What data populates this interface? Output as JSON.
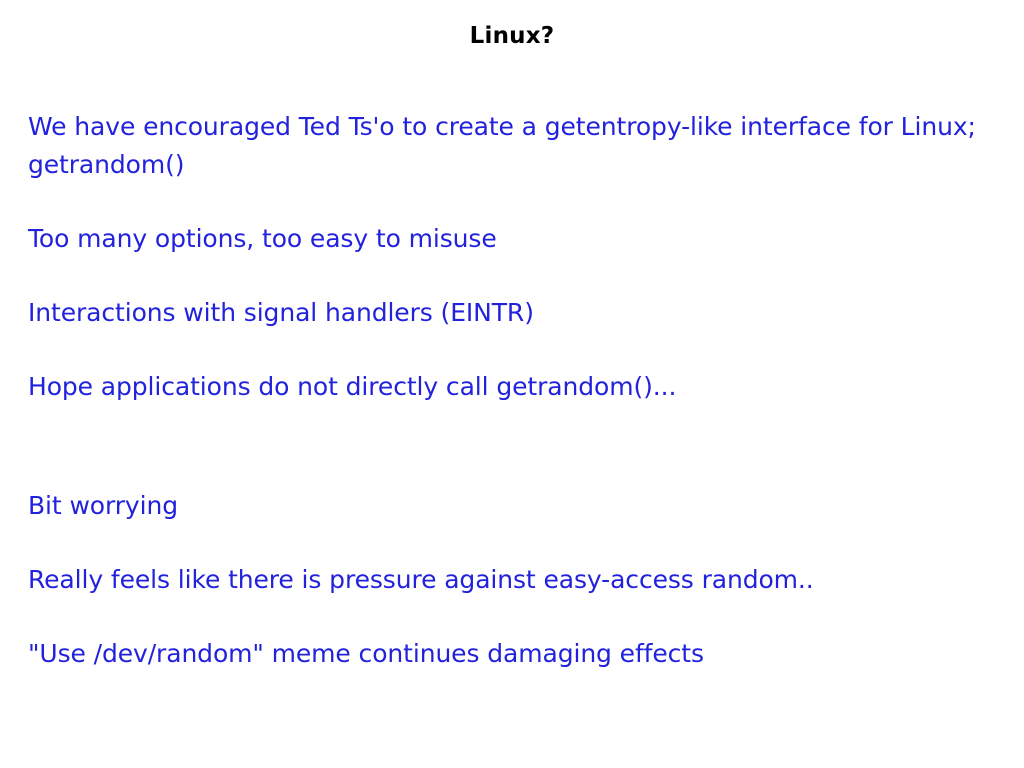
{
  "slide": {
    "title": "Linux?",
    "title_color": "#000000",
    "body_color": "#2222DD",
    "background_color": "#FFFFFF",
    "paragraphs": [
      {
        "id": "getrandom-intro",
        "text": "We have encouraged Ted Ts'o to create a getentropy-like interface for Linux; getrandom()",
        "spacing": "none"
      },
      {
        "id": "too-many-options",
        "text": "Too many options, too easy to misuse",
        "spacing": "para"
      },
      {
        "id": "signal-handlers",
        "text": "Interactions with signal handlers (EINTR)",
        "spacing": "para"
      },
      {
        "id": "hope-applications",
        "text": "Hope applications do not directly call getrandom()...",
        "spacing": "para"
      },
      {
        "id": "bit-worrying",
        "text": "Bit worrying",
        "spacing": "section"
      },
      {
        "id": "pressure-against",
        "text": "Really feels like there is pressure against easy-access random..",
        "spacing": "para"
      },
      {
        "id": "dev-random-meme",
        "text": "\"Use /dev/random\" meme continues damaging effects",
        "spacing": "para"
      }
    ]
  }
}
